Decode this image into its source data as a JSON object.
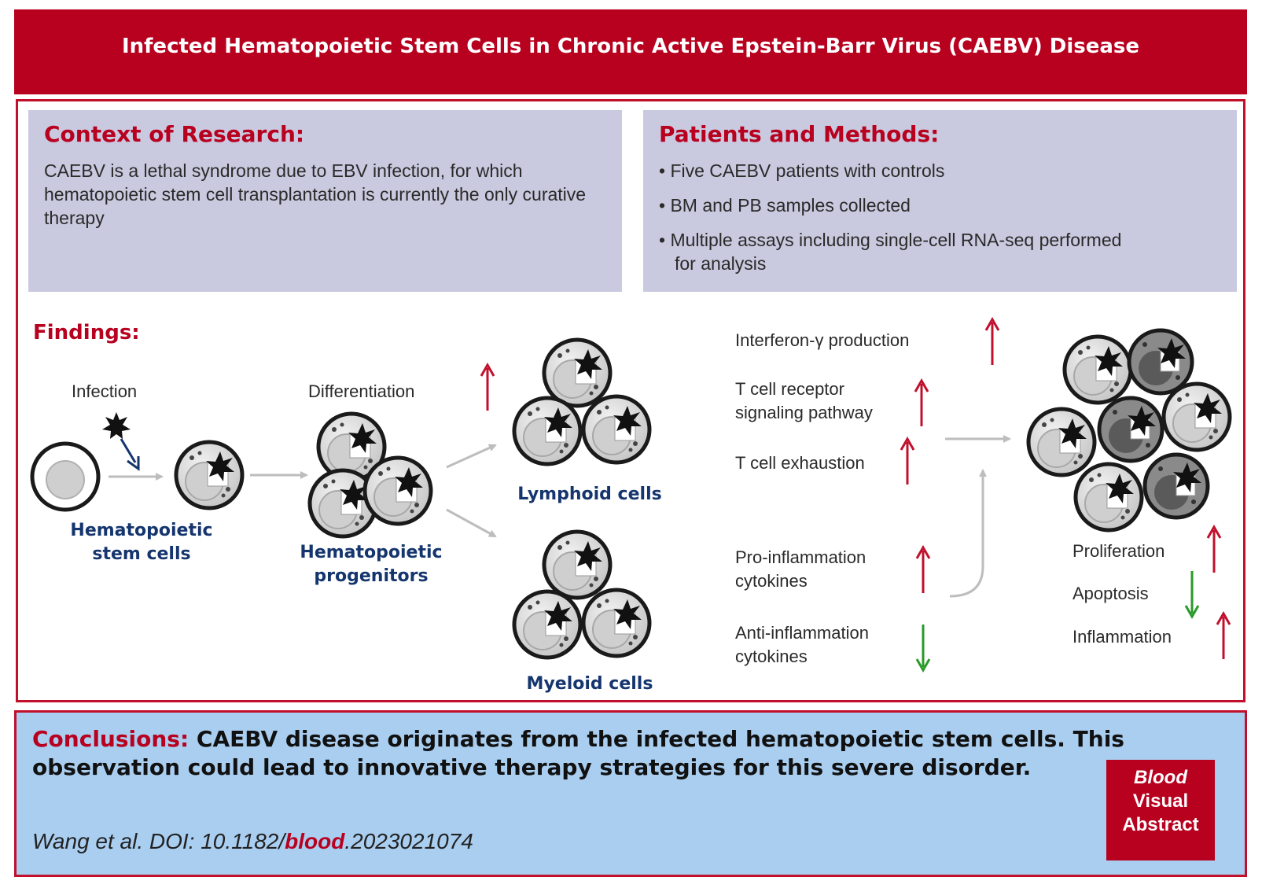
{
  "header": {
    "title": "Infected Hematopoietic Stem Cells in Chronic Active Epstein-Barr Virus (CAEBV) Disease"
  },
  "context": {
    "title": "Context of Research:",
    "body": "CAEBV is a lethal syndrome due to EBV infection, for which hematopoietic stem cell transplantation is currently the only curative therapy"
  },
  "methods": {
    "title": "Patients and Methods:",
    "bullets": [
      "• Five CAEBV patients with controls",
      "• BM and PB samples collected",
      "• Multiple assays including single-cell RNA-seq performed",
      "for analysis"
    ]
  },
  "findings": {
    "title": "Findings:",
    "infection": "Infection",
    "differentiation": "Differentiation",
    "hsc_line1": "Hematopoietic",
    "hsc_line2": "stem cells",
    "hp_line1": "Hematopoietic",
    "hp_line2": "progenitors",
    "lymphoid": "Lymphoid cells",
    "myeloid": "Myeloid cells",
    "interferon": "Interferon-γ production",
    "tcr_line1": "T cell receptor",
    "tcr_line2": "signaling pathway",
    "exhaustion": "T cell exhaustion",
    "proinf_line1": "Pro-inflammation",
    "proinf_line2": "cytokines",
    "antiinf_line1": "Anti-inflammation",
    "antiinf_line2": "cytokines",
    "proliferation": "Proliferation",
    "apoptosis": "Apoptosis",
    "inflammation": "Inflammation"
  },
  "colors": {
    "up_arrow": "#c0102c",
    "down_arrow": "#2a9a2a",
    "accent": "#b8001f",
    "label_blue": "#15356e"
  },
  "conclusions": {
    "label": "Conclusions:",
    "text": " CAEBV disease originates from the infected hematopoietic stem cells. This observation could lead to innovative therapy strategies for this severe disorder.",
    "citation_prefix": "Wang et al. DOI: 10.1182/",
    "citation_journal": "blood",
    "citation_suffix": ".2023021074",
    "badge_line1": "Blood",
    "badge_line2": "Visual",
    "badge_line3": "Abstract"
  }
}
